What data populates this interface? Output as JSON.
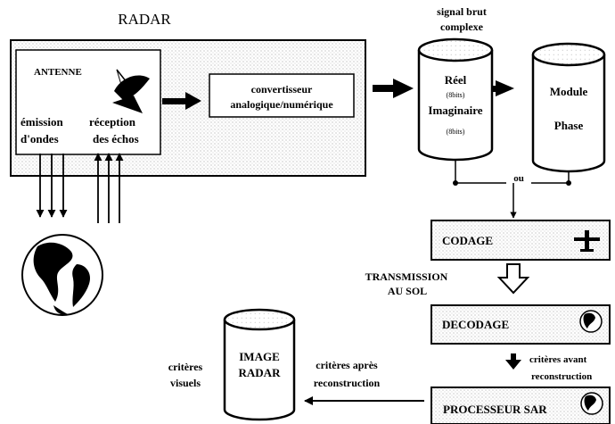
{
  "radar": {
    "title": "RADAR",
    "antenna_label": "ANTENNE",
    "emission_line1": "émission",
    "emission_line2": "d'ondes",
    "reception_line1": "réception",
    "reception_line2": "des échos",
    "converter_line1": "convertisseur",
    "converter_line2": "analogique/numérique"
  },
  "signal": {
    "title_line1": "signal brut",
    "title_line2": "complexe",
    "real_label": "Réel",
    "real_bits": "(8bits)",
    "imag_label": "Imaginaire",
    "imag_bits": "(8bits)",
    "module_label": "Module",
    "phase_label": "Phase",
    "or_label": "ou"
  },
  "processing": {
    "codage": "CODAGE",
    "transmission_line1": "TRANSMISSION",
    "transmission_line2": "AU SOL",
    "decodage": "DECODAGE",
    "criteria_before_line1": "critères avant",
    "criteria_before_line2": "reconstruction",
    "processor": "PROCESSEUR SAR"
  },
  "output": {
    "image_line1": "IMAGE",
    "image_line2": "RADAR",
    "criteria_after_line1": "critères après",
    "criteria_after_line2": "reconstruction",
    "visual_line1": "critères",
    "visual_line2": "visuels"
  },
  "icons": [
    "satellite-dish-icon",
    "globe-icon",
    "airplane-icon",
    "small-globe-icon"
  ]
}
